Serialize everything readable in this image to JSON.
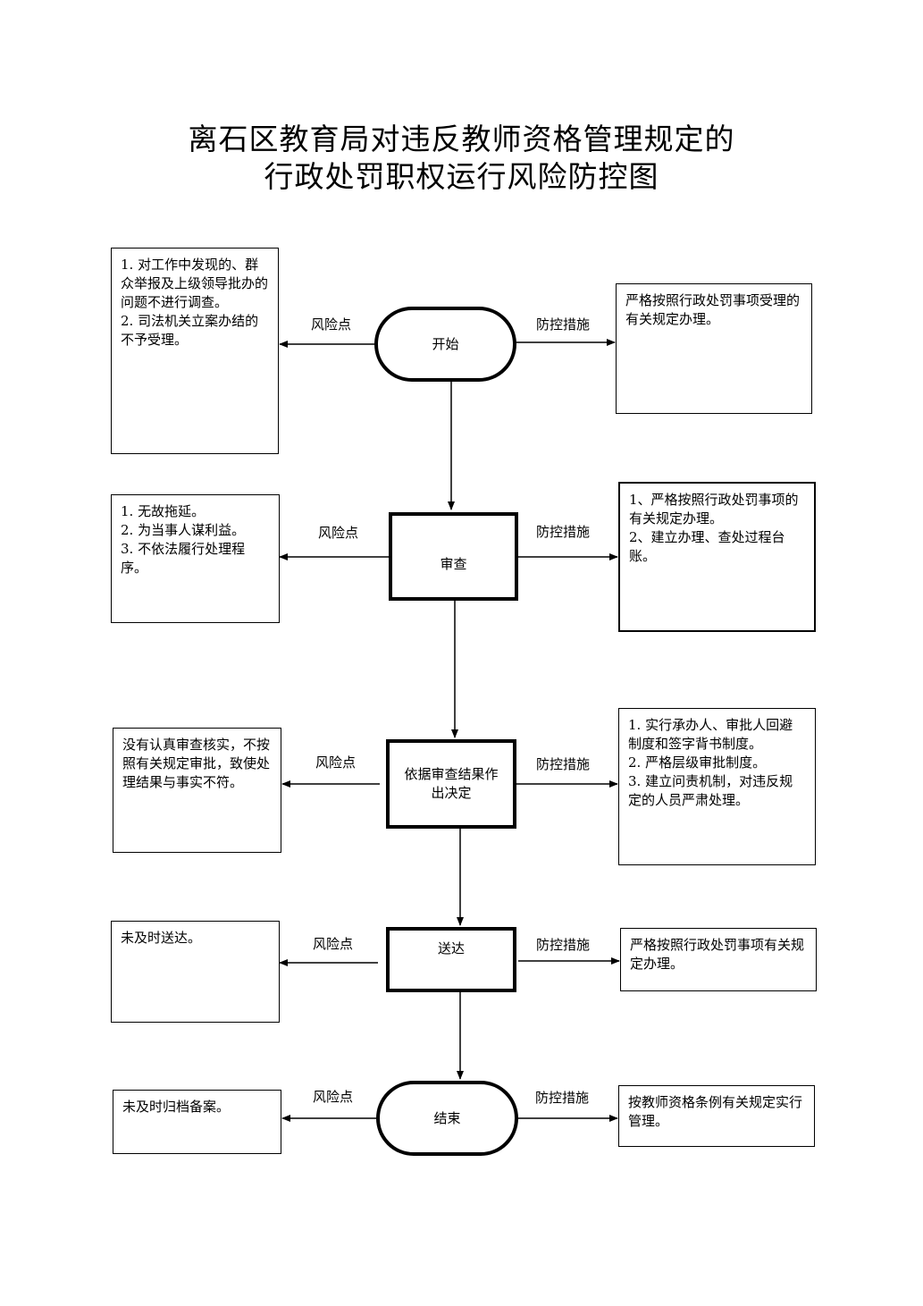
{
  "title": {
    "line1": "离石区教育局对违反教师资格管理规定的",
    "line2": "行政处罚职权运行风险防控图"
  },
  "labels": {
    "risk": "风险点",
    "control": "防控措施"
  },
  "steps": [
    {
      "node": "开始",
      "risk": [
        "1. 对工作中发现的、群众举报及上级领导批办的问题不进行调查。",
        "2. 司法机关立案办结的不予受理。"
      ],
      "control": [
        "严格按照行政处罚事项受理的有关规定办理。"
      ]
    },
    {
      "node": "审查",
      "risk": [
        "1. 无故拖延。",
        "2. 为当事人谋利益。",
        "3. 不依法履行处理程序。"
      ],
      "control": [
        "1、严格按照行政处罚事项的有关规定办理。",
        "2、建立办理、查处过程台账。"
      ]
    },
    {
      "node": "依据审查结果作出决定",
      "risk": [
        "没有认真审查核实，不按照有关规定审批，致使处理结果与事实不符。"
      ],
      "control": [
        "1. 实行承办人、审批人回避制度和签字背书制度。",
        "2. 严格层级审批制度。",
        "3. 建立问责机制，对违反规定的人员严肃处理。"
      ]
    },
    {
      "node": "送达",
      "risk": [
        "未及时送达。"
      ],
      "control": [
        "严格按照行政处罚事项有关规定办理。"
      ]
    },
    {
      "node": "结束",
      "risk": [
        "未及时归档备案。"
      ],
      "control": [
        "按教师资格条例有关规定实行管理。"
      ]
    }
  ]
}
